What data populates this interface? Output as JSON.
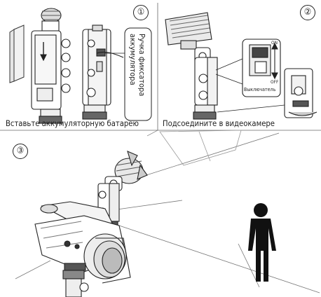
{
  "steps": [
    {
      "number": "①",
      "caption": "Вставьте аккумуляторную батарею",
      "callout_lines": [
        "Ручка фиксатора",
        "аккумулятора"
      ]
    },
    {
      "number": "②",
      "caption": "Подсоедините в видеокамере",
      "switch": {
        "on": "ON",
        "off": "OFF",
        "label": "Выключатель"
      }
    },
    {
      "number": "③"
    }
  ]
}
